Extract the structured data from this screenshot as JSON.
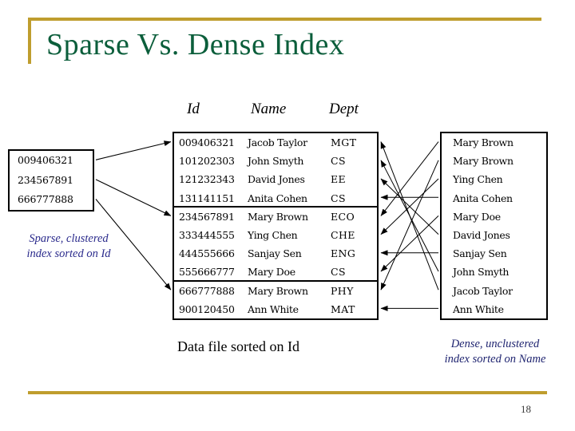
{
  "slide": {
    "title": "Sparse Vs. Dense Index",
    "page_number": "18",
    "accent_color": "#BF9D2E",
    "title_color": "#0B5E3B",
    "caption_color": "#2B2B8C"
  },
  "table_headers": {
    "id": "Id",
    "name": "Name",
    "dept": "Dept"
  },
  "data_file": {
    "caption": "Data file sorted on Id",
    "columns": [
      "Id",
      "Name",
      "Dept"
    ],
    "rows": [
      {
        "id": "009406321",
        "name": "Jacob Taylor",
        "dept": "MGT",
        "block_end": false
      },
      {
        "id": "101202303",
        "name": "John Smyth",
        "dept": "CS",
        "block_end": false
      },
      {
        "id": "121232343",
        "name": "David Jones",
        "dept": "EE",
        "block_end": false
      },
      {
        "id": "131141151",
        "name": "Anita Cohen",
        "dept": "CS",
        "block_end": true
      },
      {
        "id": "234567891",
        "name": "Mary Brown",
        "dept": "ECO",
        "block_end": false
      },
      {
        "id": "333444555",
        "name": "Ying Chen",
        "dept": "CHE",
        "block_end": false
      },
      {
        "id": "444555666",
        "name": "Sanjay Sen",
        "dept": "ENG",
        "block_end": false
      },
      {
        "id": "555666777",
        "name": "Mary Doe",
        "dept": "CS",
        "block_end": true
      },
      {
        "id": "666777888",
        "name": "Mary Brown",
        "dept": "PHY",
        "block_end": false
      },
      {
        "id": "900120450",
        "name": "Ann White",
        "dept": "MAT",
        "block_end": false
      }
    ]
  },
  "sparse_index": {
    "caption_line1": "Sparse, clustered",
    "caption_line2": "index sorted on Id",
    "entries": [
      {
        "key": "009406321"
      },
      {
        "key": "234567891"
      },
      {
        "key": "666777888"
      }
    ]
  },
  "dense_index": {
    "caption_line1": "Dense, unclustered",
    "caption_line2": "index sorted on Name",
    "entries": [
      {
        "key": "Mary Brown"
      },
      {
        "key": "Mary Brown"
      },
      {
        "key": "Ying Chen"
      },
      {
        "key": "Anita Cohen"
      },
      {
        "key": "Mary Doe"
      },
      {
        "key": "David Jones"
      },
      {
        "key": "Sanjay Sen"
      },
      {
        "key": "John Smyth"
      },
      {
        "key": "Jacob Taylor"
      },
      {
        "key": "Ann White"
      }
    ]
  },
  "arrows": {
    "sparse_to_data": [
      {
        "from_entry": 0,
        "to_row": 0
      },
      {
        "from_entry": 1,
        "to_row": 4
      },
      {
        "from_entry": 2,
        "to_row": 8
      }
    ],
    "dense_to_data": [
      {
        "from_entry": 0,
        "to_row": 4
      },
      {
        "from_entry": 1,
        "to_row": 8
      },
      {
        "from_entry": 2,
        "to_row": 5
      },
      {
        "from_entry": 3,
        "to_row": 3
      },
      {
        "from_entry": 4,
        "to_row": 7
      },
      {
        "from_entry": 5,
        "to_row": 2
      },
      {
        "from_entry": 6,
        "to_row": 6
      },
      {
        "from_entry": 7,
        "to_row": 1
      },
      {
        "from_entry": 8,
        "to_row": 0
      },
      {
        "from_entry": 9,
        "to_row": 9
      }
    ]
  }
}
